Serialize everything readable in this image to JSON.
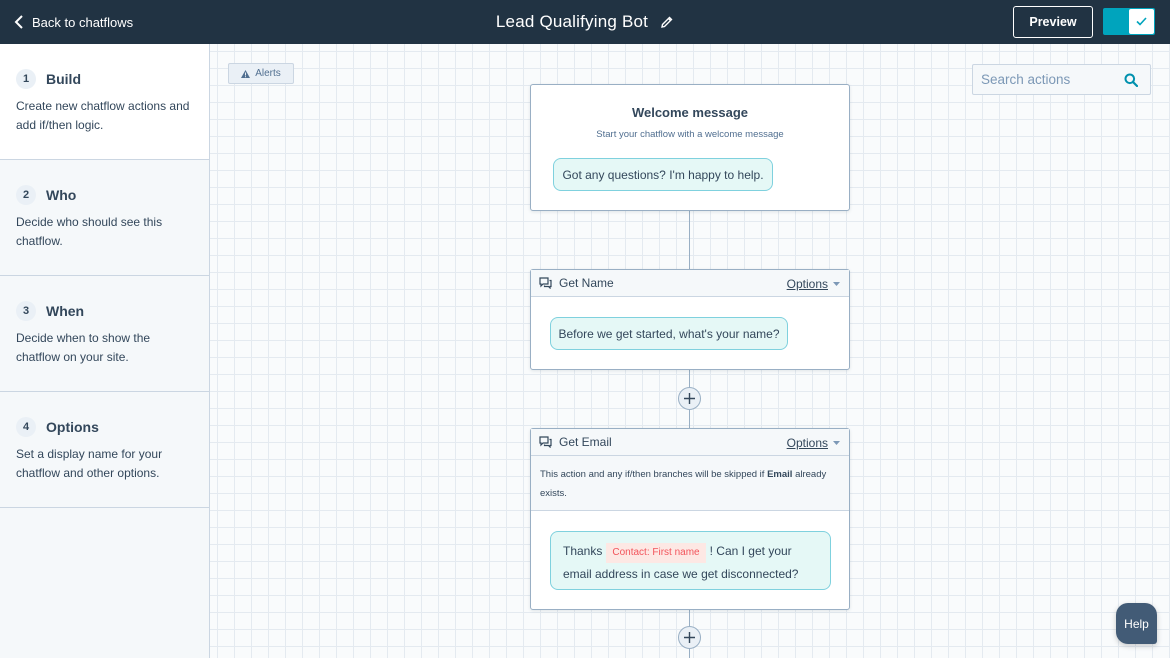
{
  "topbar": {
    "back_label": "Back to chatflows",
    "title": "Lead Qualifying Bot",
    "preview_label": "Preview",
    "toggle_on": true
  },
  "sidebar": {
    "steps": [
      {
        "number": "1",
        "name": "Build",
        "description": "Create new chatflow actions and add if/then logic."
      },
      {
        "number": "2",
        "name": "Who",
        "description": "Decide who should see this chatflow."
      },
      {
        "number": "3",
        "name": "When",
        "description": "Decide when to show the chatflow on your site."
      },
      {
        "number": "4",
        "name": "Options",
        "description": "Set a display name for your chatflow and other options."
      }
    ]
  },
  "canvas": {
    "alerts_label": "Alerts",
    "search_placeholder": "Search actions",
    "welcome": {
      "title": "Welcome message",
      "subtitle": "Start your chatflow with a welcome message",
      "bubble": "Got any questions? I'm happy to help."
    },
    "get_name": {
      "name": "Get Name",
      "options_label": "Options",
      "bubble": "Before we get started, what's your name?"
    },
    "get_email": {
      "name": "Get Email",
      "options_label": "Options",
      "skip_note_before": "This action and any if/then branches will be skipped if ",
      "skip_note_bold": "Email",
      "skip_note_after": " already exists.",
      "bubble_before": "Thanks",
      "token": "Contact: First name",
      "bubble_after_line1": "! Can I get your",
      "bubble_line2": "email address in case we get disconnected?"
    }
  },
  "help_label": "Help",
  "colors": {
    "topbar": "#213343",
    "accent": "#00a4bd",
    "bubble_bg": "#e5f8f6",
    "token_text": "#f2545b"
  }
}
